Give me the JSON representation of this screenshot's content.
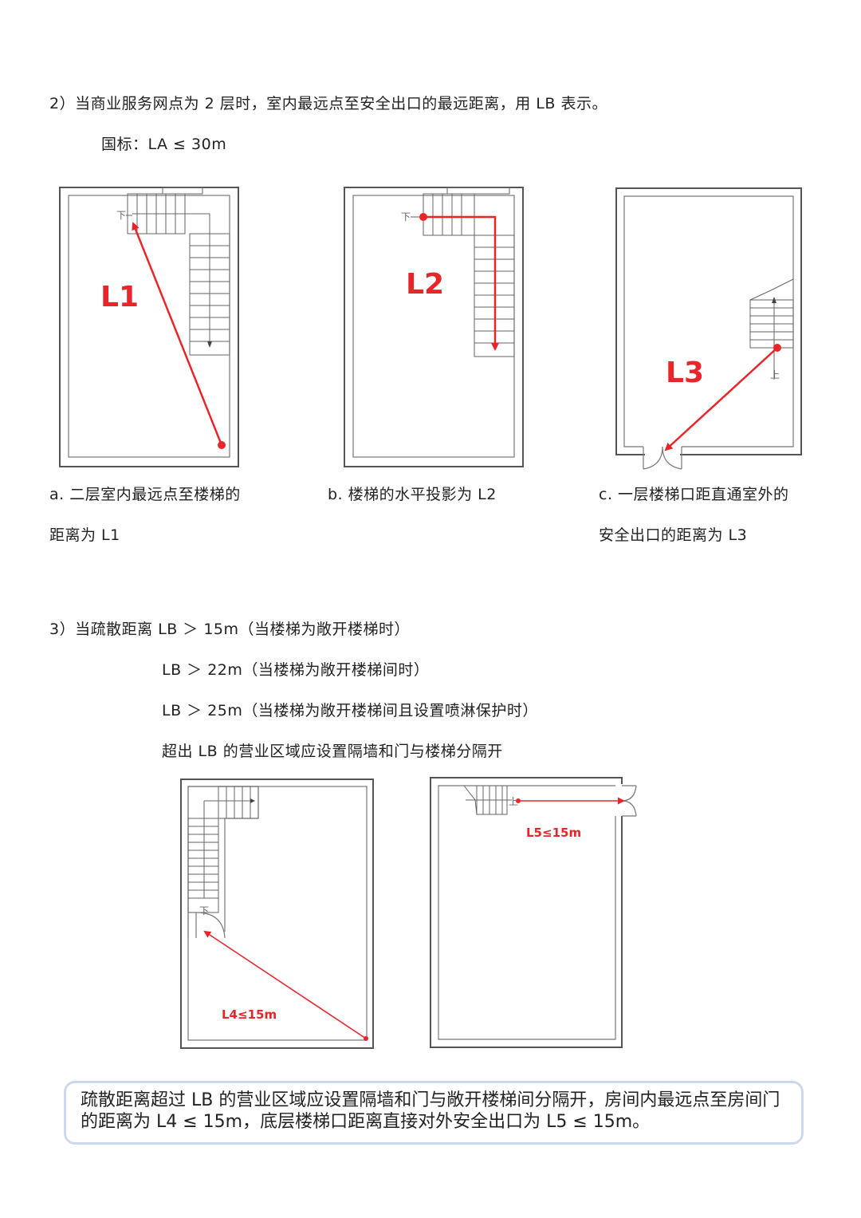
{
  "section2": {
    "heading": "2）当商业服务网点为 2 层时，室内最远点至安全出口的最远距离，用 LB 表示。",
    "standard": "国标：LA ≤ 30m"
  },
  "diagram_a": {
    "label": "L1",
    "down_mark": "下",
    "caption_line1": "a. 二层室内最远点至楼梯的",
    "caption_line2": "距离为 L1"
  },
  "diagram_b": {
    "label": "L2",
    "down_mark": "下",
    "caption": "b. 楼梯的水平投影为 L2"
  },
  "diagram_c": {
    "label": "L3",
    "up_mark": "上",
    "caption_line1": "c. 一层楼梯口距直通室外的",
    "caption_line2": "安全出口的距离为 L3"
  },
  "section3": {
    "line1": "3）当疏散距离 LB ＞ 15m（当楼梯为敞开楼梯时）",
    "line2": "LB ＞ 22m（当楼梯为敞开楼梯间时）",
    "line3": "LB ＞ 25m（当楼梯为敞开楼梯间且设置喷淋保护时）",
    "line4": "超出 LB 的营业区域应设置隔墙和门与楼梯分隔开"
  },
  "diagram_d": {
    "label": "L4≤15m",
    "down_mark": "下"
  },
  "diagram_e": {
    "label": "L5≤15m",
    "up_mark": "上"
  },
  "note": "疏散距离超过 LB 的营业区域应设置隔墙和门与敞开楼梯间分隔开，房间内最远点至房间门的距离为 L4 ≤ 15m，底层楼梯口距离直接对外安全出口为 L5 ≤ 15m。",
  "colors": {
    "accent_red": "#e8262a",
    "note_border": "#cdd8ec"
  }
}
